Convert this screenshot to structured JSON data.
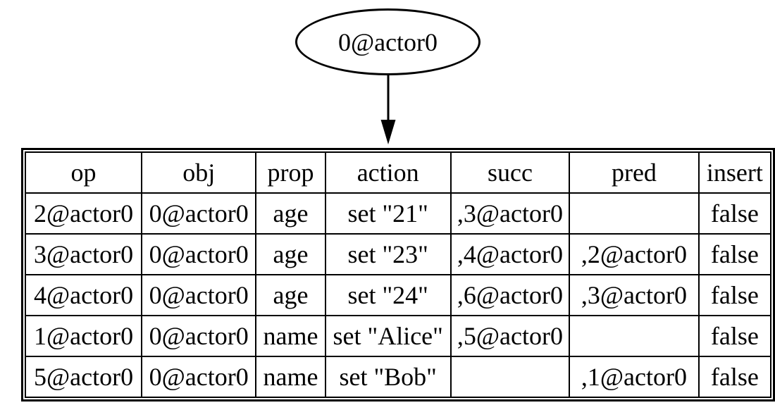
{
  "node": {
    "label": "0@actor0"
  },
  "table": {
    "columns": [
      "op",
      "obj",
      "prop",
      "action",
      "succ",
      "pred",
      "insert"
    ],
    "rows": [
      [
        "2@actor0",
        "0@actor0",
        "age",
        "set \"21\"",
        ",3@actor0",
        "",
        "false"
      ],
      [
        "3@actor0",
        "0@actor0",
        "age",
        "set \"23\"",
        ",4@actor0",
        ",2@actor0",
        "false"
      ],
      [
        "4@actor0",
        "0@actor0",
        "age",
        "set \"24\"",
        ",6@actor0",
        ",3@actor0",
        "false"
      ],
      [
        "1@actor0",
        "0@actor0",
        "name",
        "set \"Alice\"",
        ",5@actor0",
        "",
        "false"
      ],
      [
        "5@actor0",
        "0@actor0",
        "name",
        "set \"Bob\"",
        "",
        ",1@actor0",
        "false"
      ]
    ]
  },
  "colors": {
    "stroke": "#000000",
    "background": "#ffffff"
  }
}
